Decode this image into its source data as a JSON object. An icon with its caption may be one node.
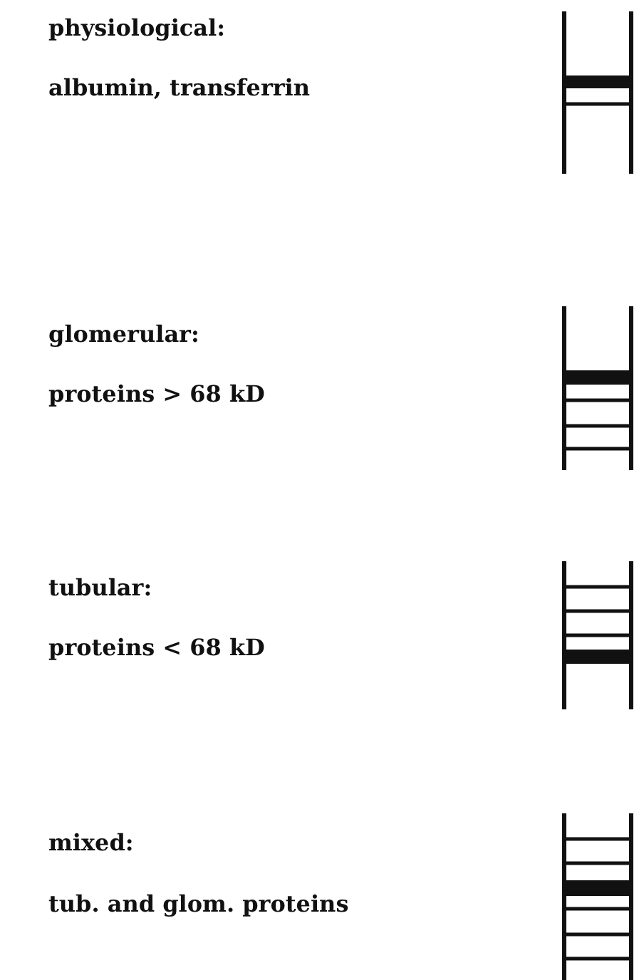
{
  "diagram": {
    "labels": [
      "physiological:",
      "albumin, transferrin",
      "glomerular:",
      "proteins > 68 kD",
      "tubular:",
      "proteins < 68 kD",
      "mixed:",
      "tub. and glom. proteins"
    ]
  }
}
